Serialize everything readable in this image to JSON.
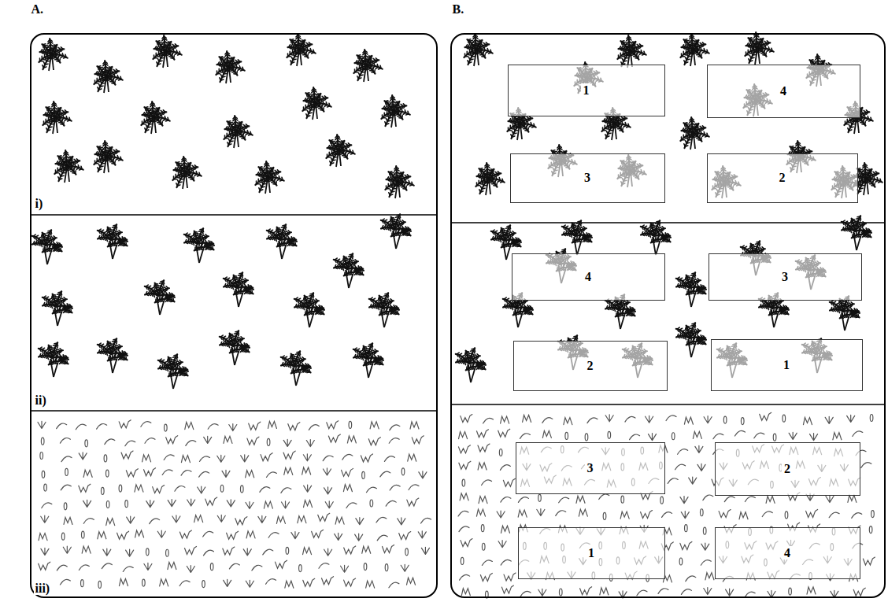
{
  "diagram": {
    "nodes": [
      {
        "text": [
          "A.",
          "i)",
          "ii)",
          "iii)"
        ]
      },
      {
        "text": [
          "B."
        ]
      },
      {
        "text": [
          "1"
        ],
        "in": 1
      },
      {
        "text": [
          "4"
        ],
        "in": 1
      },
      {
        "text": [
          "3"
        ],
        "in": 1
      },
      {
        "text": [
          "2"
        ],
        "in": 1
      },
      {
        "text": [
          "4"
        ],
        "in": 1
      },
      {
        "text": [
          "3"
        ],
        "in": 1
      },
      {
        "text": [
          "2"
        ],
        "in": 1
      },
      {
        "text": [
          "1"
        ],
        "in": 1
      },
      {
        "text": [
          "3"
        ],
        "in": 1
      },
      {
        "text": [
          "2"
        ],
        "in": 1
      },
      {
        "text": [
          "1"
        ],
        "in": 1
      },
      {
        "text": [
          "4"
        ],
        "in": 1
      }
    ]
  }
}
